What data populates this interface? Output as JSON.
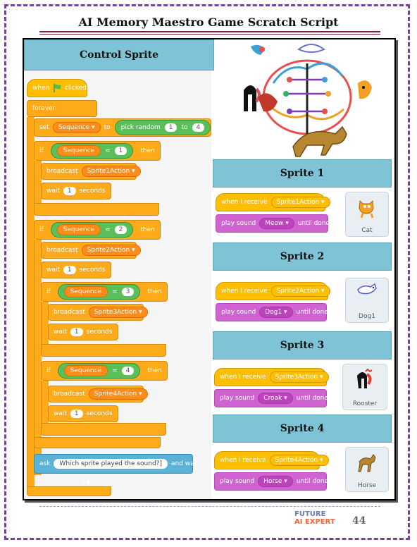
{
  "page": {
    "title": "AI Memory Maestro Game Scratch Script",
    "page_number": "44",
    "logo_line1": "FUTURE",
    "logo_line2": "AI EXPERT"
  },
  "control": {
    "header": "Control Sprite",
    "when_clicked_1": "when",
    "when_clicked_2": "clicked",
    "forever": "forever",
    "set": "set",
    "set_var": "Sequence",
    "set_to": "to",
    "pick_random": "pick random",
    "rand_from": "1",
    "rand_to_word": "to",
    "rand_to": "4",
    "if_word": "if",
    "then_word": "then",
    "eq": "=",
    "seq_var": "Sequence",
    "broadcast": "broadcast",
    "wait": "wait",
    "seconds": "seconds",
    "wait_value": "1",
    "branches": [
      {
        "value": "1",
        "message": "Sprite1Action"
      },
      {
        "value": "2",
        "message": "Sprite2Action"
      },
      {
        "value": "3",
        "message": "Sprite3Action"
      },
      {
        "value": "4",
        "message": "Sprite4Action"
      }
    ],
    "ask": "ask",
    "ask_text": "Which sprite played the sound?]",
    "and_wait": "and wait"
  },
  "sprites": [
    {
      "header": "Sprite 1",
      "when_receive": "when I receive",
      "message": "Sprite1Action",
      "play_sound": "play sound",
      "sound": "Meow",
      "until_done": "until done",
      "thumb": "Cat"
    },
    {
      "header": "Sprite 2",
      "when_receive": "when I receive",
      "message": "Sprite2Action",
      "play_sound": "play sound",
      "sound": "Dog1",
      "until_done": "until done",
      "thumb": "Dog1"
    },
    {
      "header": "Sprite 3",
      "when_receive": "when I receive",
      "message": "Sprite3Action",
      "play_sound": "play sound",
      "sound": "Croak",
      "until_done": "until done",
      "thumb": "Rooster"
    },
    {
      "header": "Sprite 4",
      "when_receive": "when I receive",
      "message": "Sprite4Action",
      "play_sound": "play sound",
      "sound": "Horse",
      "until_done": "until done",
      "thumb": "Horse"
    }
  ],
  "colors": {
    "header_bg": "#7fc4d6",
    "control": "#ffab19",
    "events": "#ffbf00",
    "operators": "#59c059",
    "variables": "#ff8c1a",
    "sound": "#cf63cf",
    "sensing": "#5cb1d6",
    "border": "#7b3fa3"
  }
}
